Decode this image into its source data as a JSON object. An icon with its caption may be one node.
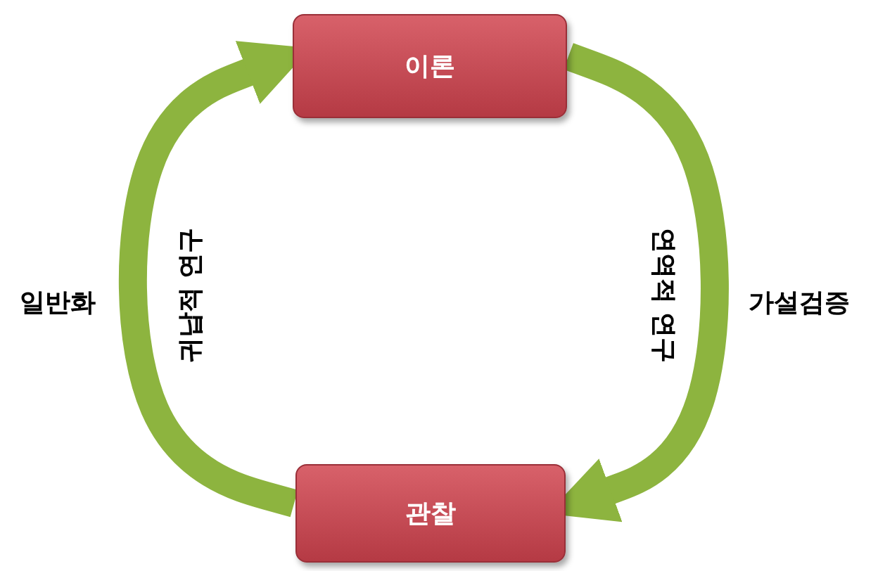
{
  "diagram": {
    "nodes": [
      {
        "text": [
          "이론"
        ]
      },
      {
        "text": [
          "관찰"
        ]
      }
    ],
    "edges": [
      {
        "from": 0,
        "to": 1,
        "arrow": "to",
        "label": "연역적 연구"
      },
      {
        "from": 1,
        "to": 0,
        "arrow": "to",
        "label": "귀납적 연구"
      }
    ],
    "labels": [
      "일반화",
      "가설검증"
    ]
  }
}
